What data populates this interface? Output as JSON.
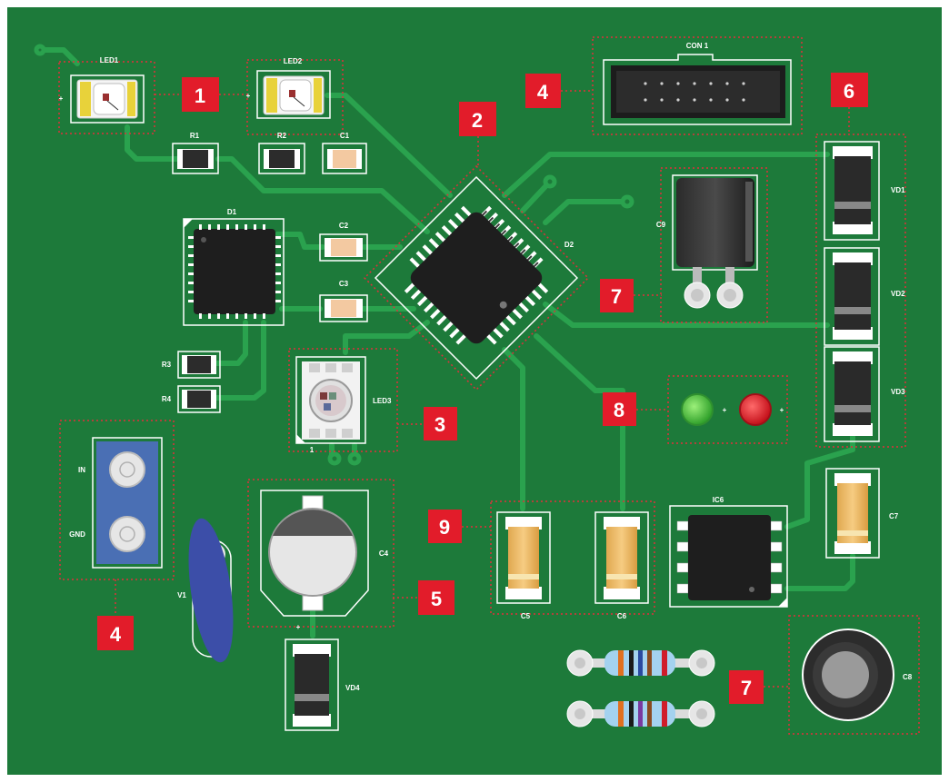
{
  "colors": {
    "board": "#1d7a3a",
    "trace": "#2aa24e",
    "silkscreen": "#ffffff",
    "badge": "#e21c2a",
    "outline_dotted": "#e0303a"
  },
  "silkscreen": {
    "led1": "LED1",
    "led2": "LED2",
    "con1": "CON 1",
    "r1": "R1",
    "r2": "R2",
    "c1": "C1",
    "d1": "D1",
    "c2": "C2",
    "c3": "C3",
    "d2": "D2",
    "c9": "C9",
    "vd1": "VD1",
    "vd2": "VD2",
    "vd3": "VD3",
    "r3": "R3",
    "r4": "R4",
    "led3": "LED3",
    "led3_pin1": "1",
    "in": "IN",
    "gnd": "GND",
    "v1": "V1",
    "c4": "C4",
    "c4_plus": "+",
    "vd4": "VD4",
    "c5": "C5",
    "c6": "C6",
    "ic6": "IC6",
    "c7": "C7",
    "c8": "C8",
    "led_green_plus": "+",
    "led_red_plus": "+",
    "led1_plus": "+",
    "led2_plus": "+"
  },
  "callouts": {
    "b1": "1",
    "b2": "2",
    "b3": "3",
    "b4a": "4",
    "b4b": "4",
    "b5": "5",
    "b6": "6",
    "b7a": "7",
    "b7b": "7",
    "b8": "8",
    "b9": "9"
  }
}
